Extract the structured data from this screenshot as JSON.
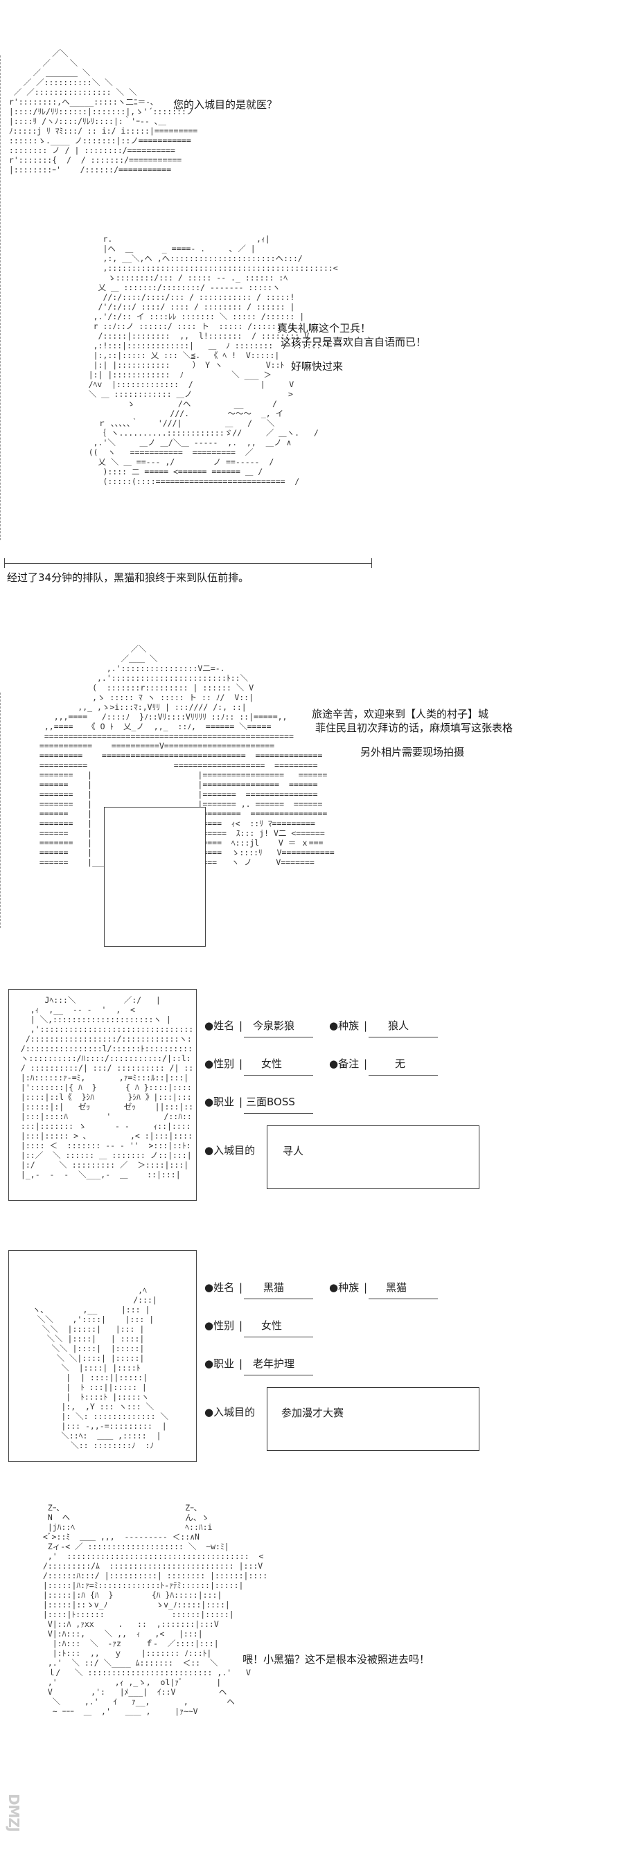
{
  "scene1": {
    "speech": "您的入城目的是就医？"
  },
  "scene2": {
    "speech_1": "真失礼嘛这个卫兵！",
    "speech_2": "这孩子只是喜欢自言自语而已！",
    "speech_3": "好嘛快过来",
    "narration": "经过了34分钟的排队，黑猫和狼终于来到队伍前排。"
  },
  "scene3": {
    "speech_1": "旅途辛苦，欢迎来到【人类的村子】城",
    "speech_2": "菲住民且初次拜访的话，麻烦填写这张表格",
    "speech_3": "另外相片需要现场拍摄"
  },
  "card1": {
    "name_label": "●姓名",
    "name_value": "今泉影狼",
    "race_label": "●种族",
    "race_value": "狼人",
    "gender_label": "●性别",
    "gender_value": "女性",
    "note_label": "●备注",
    "note_value": "无",
    "job_label": "●职业",
    "job_value": "三面BOSS",
    "purpose_label": "●入城目的",
    "purpose_value": "寻人"
  },
  "card2": {
    "name_label": "●姓名",
    "name_value": "黑猫",
    "race_label": "●种族",
    "race_value": "黑猫",
    "gender_label": "●性别",
    "gender_value": "女性",
    "job_label": "●职业",
    "job_value": "老年护理",
    "purpose_label": "●入城目的",
    "purpose_value": "参加漫才大赛"
  },
  "scene4": {
    "speech": "喂！小黑猫？这不是根本没被照进去吗！"
  },
  "watermark": "DMZJ"
}
